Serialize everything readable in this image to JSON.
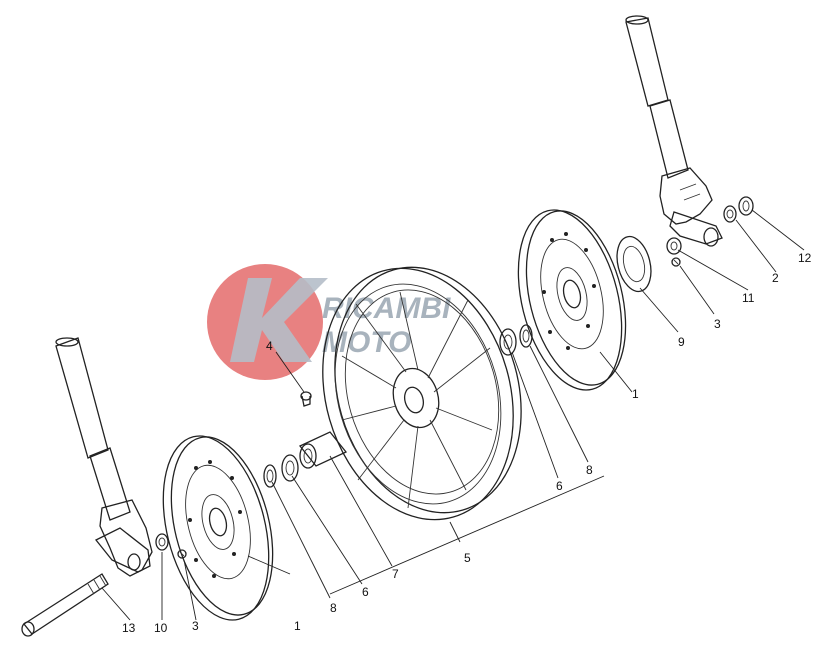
{
  "watermark": {
    "line1": "RICAMBI",
    "line2": "MOTO",
    "badge_color": "#e46c6c",
    "text_color": "#9aa6b2"
  },
  "callouts": [
    {
      "id": "c1a",
      "text": "1"
    },
    {
      "id": "c1b",
      "text": "1"
    },
    {
      "id": "c2",
      "text": "2"
    },
    {
      "id": "c3a",
      "text": "3"
    },
    {
      "id": "c3b",
      "text": "3"
    },
    {
      "id": "c4",
      "text": "4"
    },
    {
      "id": "c5",
      "text": "5"
    },
    {
      "id": "c6a",
      "text": "6"
    },
    {
      "id": "c6b",
      "text": "6"
    },
    {
      "id": "c7",
      "text": "7"
    },
    {
      "id": "c8a",
      "text": "8"
    },
    {
      "id": "c8b",
      "text": "8"
    },
    {
      "id": "c9",
      "text": "9"
    },
    {
      "id": "c10",
      "text": "10"
    },
    {
      "id": "c11",
      "text": "11"
    },
    {
      "id": "c12",
      "text": "12"
    },
    {
      "id": "c13",
      "text": "13"
    }
  ]
}
